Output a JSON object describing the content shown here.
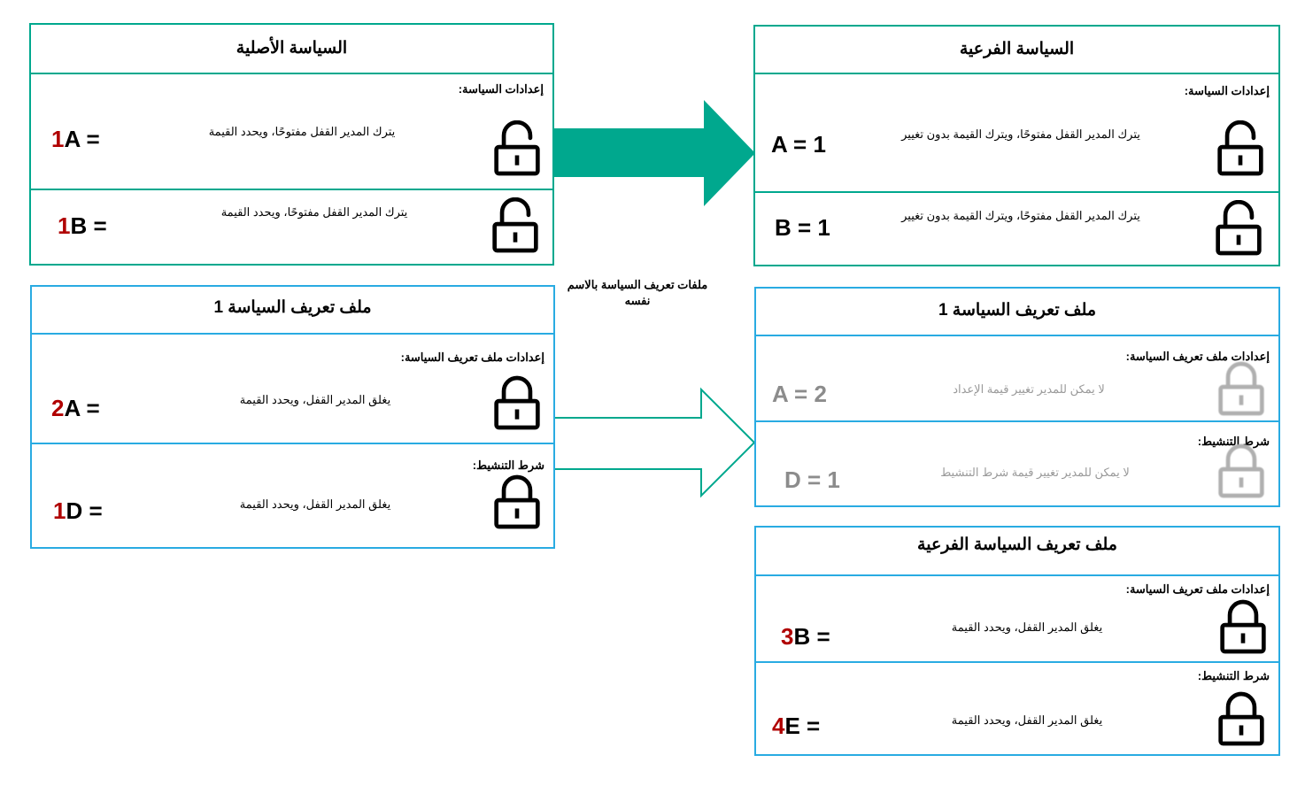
{
  "colors": {
    "green": "#00A88E",
    "blue": "#29ABE2",
    "red_number": "#B00000",
    "faded": "#8C8C8C"
  },
  "boxes": {
    "parent_policy": {
      "title": "السياسة الأصلية",
      "settings_header": "إعدادات السياسة:",
      "rows": [
        {
          "desc": "يترك المدير القفل مفتوحًا، ويحدد القيمة",
          "num": "1",
          "text": "A =",
          "lock": "open-lock-icon"
        },
        {
          "desc": "يترك المدير القفل مفتوحًا، ويحدد القيمة",
          "num": "1",
          "text": "B =",
          "lock": "open-lock-icon"
        }
      ]
    },
    "child_policy": {
      "title": "السياسة الفرعية",
      "settings_header": "إعدادات السياسة:",
      "rows": [
        {
          "desc": "يترك المدير القفل مفتوحًا، ويترك القيمة بدون تغيير",
          "value": "A = 1",
          "lock": "open-lock-icon"
        },
        {
          "desc": "يترك المدير القفل مفتوحًا، ويترك القيمة بدون تغيير",
          "value": "B = 1",
          "lock": "open-lock-icon"
        }
      ]
    },
    "parent_profile": {
      "title": "ملف تعريف السياسة 1",
      "settings_header": "إعدادات ملف تعريف السياسة:",
      "activation_header": "شرط التنشيط:",
      "rows": [
        {
          "desc": "يغلق المدير القفل، ويحدد القيمة",
          "num": "2",
          "text": "A =",
          "lock": "closed-lock-icon"
        },
        {
          "desc": "يغلق المدير القفل، ويحدد القيمة",
          "num": "1",
          "text": "D =",
          "lock": "closed-lock-icon"
        }
      ]
    },
    "child_profile_1": {
      "title": "ملف تعريف السياسة 1",
      "settings_header": "إعدادات ملف تعريف السياسة:",
      "activation_header": "شرط التنشيط:",
      "rows": [
        {
          "desc": "لا يمكن للمدير تغيير قيمة الإعداد",
          "value": "A = 2",
          "lock": "closed-lock-icon"
        },
        {
          "desc": "لا يمكن للمدير تغيير قيمة شرط التنشيط",
          "value": "D = 1",
          "lock": "closed-lock-icon"
        }
      ]
    },
    "child_profile_sub": {
      "title": "ملف تعريف السياسة الفرعية",
      "settings_header": "إعدادات ملف تعريف السياسة:",
      "activation_header": "شرط التنشيط:",
      "rows": [
        {
          "desc": "يغلق المدير القفل، ويحدد القيمة",
          "num": "3",
          "text": "B =",
          "lock": "closed-lock-icon"
        },
        {
          "desc": "يغلق المدير القفل، ويحدد القيمة",
          "num": "4",
          "text": "E =",
          "lock": "closed-lock-icon"
        }
      ]
    }
  },
  "arrow_label": "ملفات تعريف السياسة بالاسم نفسه"
}
